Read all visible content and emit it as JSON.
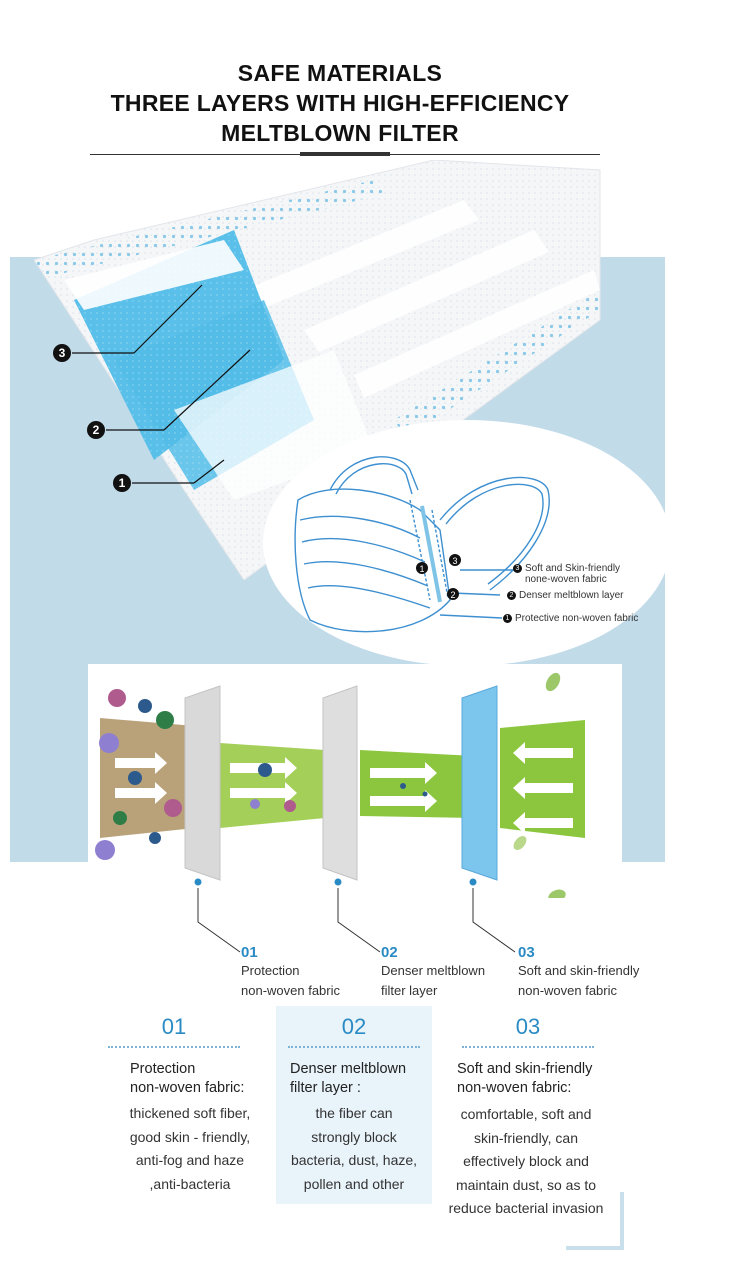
{
  "title": {
    "line1": "SAFE MATERIALS",
    "line2": "THREE LAYERS WITH HIGH-EFFICIENCY",
    "line3": "MELTBLOWN FILTER"
  },
  "photo_markers": [
    "3",
    "2",
    "1"
  ],
  "mask_callouts": [
    {
      "num": "3",
      "text_line1": "Soft and Skin-friendly",
      "text_line2": "none-woven  fabric"
    },
    {
      "num": "2",
      "text_line1": "Denser meltblown layer"
    },
    {
      "num": "1",
      "text_line1": "Protective  non-woven fabric"
    }
  ],
  "filter_steps": [
    {
      "num": "01",
      "line1": "Protection",
      "line2": "non-woven fabric"
    },
    {
      "num": "02",
      "line1": "Denser meltblown",
      "line2": "filter layer"
    },
    {
      "num": "03",
      "line1": "Soft and skin-friendly",
      "line2": "non-woven fabric"
    }
  ],
  "columns": [
    {
      "num": "01",
      "head_line1": "Protection",
      "head_line2": "non-woven fabric:",
      "body": [
        "thickened soft fiber,",
        "good skin - friendly,",
        "anti-fog and haze",
        ",anti-bacteria"
      ]
    },
    {
      "num": "02",
      "head_line1": "Denser meltblown",
      "head_line2": "filter layer  :",
      "body": [
        "the fiber can",
        "strongly block",
        "bacteria, dust, haze,",
        "pollen and other"
      ]
    },
    {
      "num": "03",
      "head_line1": "Soft and skin-friendly",
      "head_line2": "non-woven fabric:",
      "body": [
        "comfortable, soft and",
        "skin-friendly, can",
        "effectively block and",
        "maintain dust, so as to",
        "reduce bacterial invasion"
      ]
    }
  ],
  "colors": {
    "accent_blue": "#2a8bc4",
    "panel_blue": "#c2dbe9",
    "mask_blue": "#5ec3ea",
    "filter_green": "#8cc63f",
    "filter_tan": "#b9a27a"
  },
  "icons": [
    "virus-icon",
    "leaf-icon",
    "arrow-icon",
    "mask-illustration"
  ]
}
